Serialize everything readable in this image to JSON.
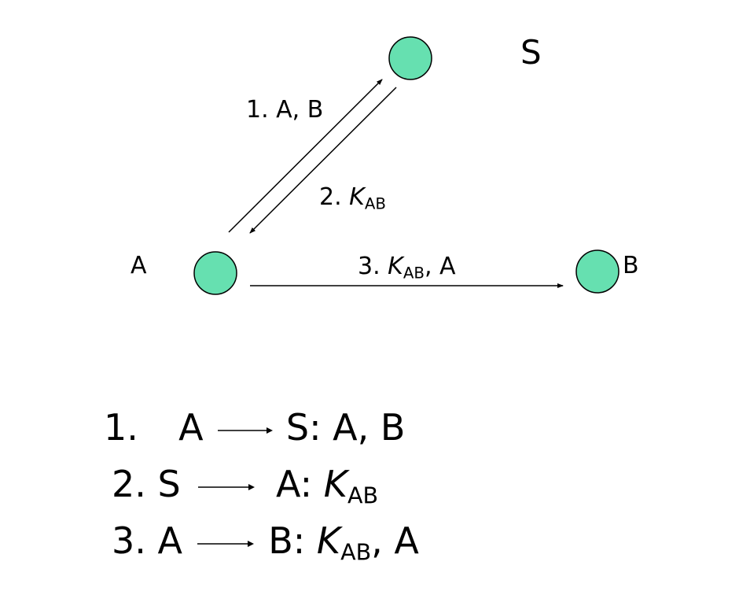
{
  "diagram": {
    "nodes": {
      "S": "S",
      "A": "A",
      "B": "B"
    },
    "node_color": "#66e0b0",
    "messages": {
      "m1": "1. A, B",
      "m2_prefix": "2. ",
      "m2_key": "K",
      "m2_sub": "AB",
      "m3_prefix": "3. ",
      "m3_key": "K",
      "m3_sub": "AB",
      "m3_suffix": ", A"
    }
  },
  "protocol": {
    "steps": [
      {
        "num": "1.",
        "from": "A",
        "to": "S",
        "colon": ":",
        "payload": " A, B"
      },
      {
        "num": "2.",
        "from": "S",
        "to": "A",
        "colon": ":",
        "key": "K",
        "key_sub": "AB",
        "payload_suffix": ""
      },
      {
        "num": "3.",
        "from": "A",
        "to": "B",
        "colon": ":",
        "key": "K",
        "key_sub": "AB",
        "payload_suffix": ", A"
      }
    ]
  }
}
